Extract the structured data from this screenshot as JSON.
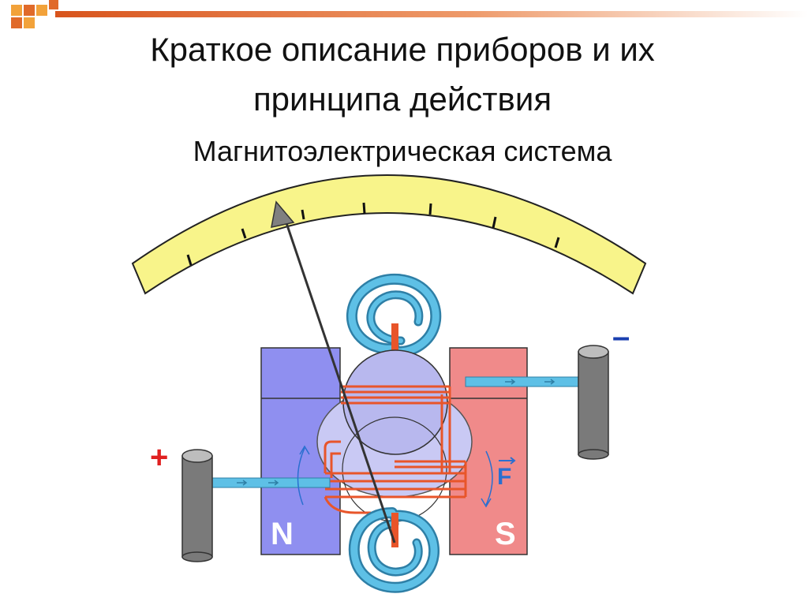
{
  "slide": {
    "title_line1": "Краткое описание приборов и их",
    "title_line2": "принципа действия",
    "subtitle": "Магнитоэлектрическая система"
  },
  "diagram": {
    "plus_sign": "+",
    "minus_sign": "–",
    "magnet_north_label": "N",
    "magnet_south_label": "S",
    "force_label": "F",
    "colors": {
      "scale_fill": "#f8f48a",
      "north_magnet": "#8f8ff0",
      "south_magnet": "#f08a8a",
      "coil_wire": "#e8552a",
      "spring": "#4fb0d8",
      "terminal": "#7a7a7a",
      "plus": "#e02020",
      "minus": "#1a3fb0",
      "force": "#2a6fd0",
      "core": "#b8b8ee"
    }
  }
}
